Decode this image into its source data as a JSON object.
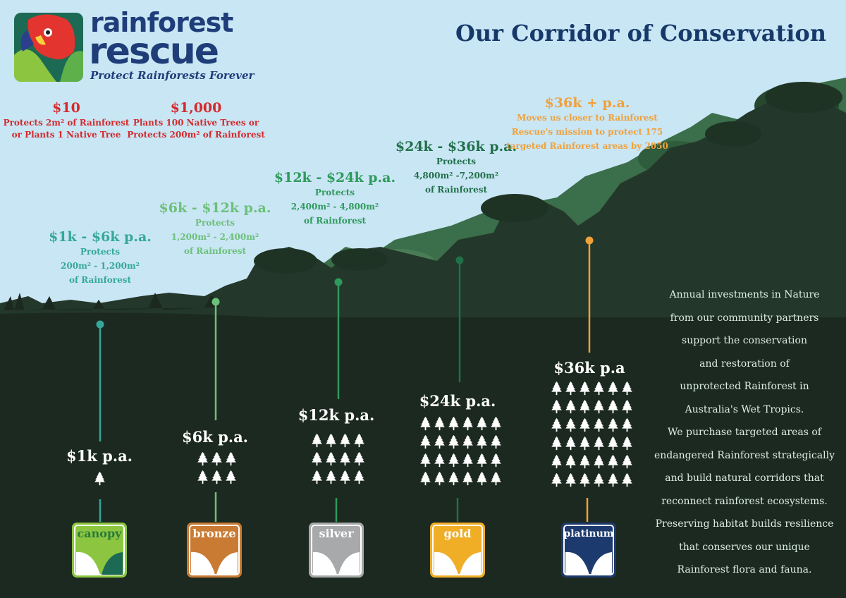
{
  "brand": {
    "line1": "rainforest",
    "line2": "rescue",
    "tagline": "Protect Rainforests Forever"
  },
  "title": "Our Corridor of Conservation",
  "donations": [
    {
      "amount": "$10",
      "desc": [
        "Protects 2m² of Rainforest",
        "or Plants 1 Native Tree"
      ]
    },
    {
      "amount": "$1,000",
      "desc": [
        "Plants 100 Native Trees or",
        "Protects 200m² of Rainforest"
      ]
    }
  ],
  "tiers": [
    {
      "id": "canopy",
      "range": "$1k - $6k p.a.",
      "desc": [
        "Protects",
        "200m² - 1,200m²",
        "of Rainforest"
      ],
      "level": "$1k p.a.",
      "trees": 1,
      "badge": "canopy",
      "color": "#34a79a"
    },
    {
      "id": "bronze",
      "range": "$6k - $12k p.a.",
      "desc": [
        "Protects",
        "1,200m² - 2,400m²",
        "of Rainforest"
      ],
      "level": "$6k p.a.",
      "trees": 6,
      "badge": "bronze",
      "color": "#6cc078"
    },
    {
      "id": "silver",
      "range": "$12k - $24k p.a.",
      "desc": [
        "Protects",
        "2,400m² - 4,800m²",
        "of Rainforest"
      ],
      "level": "$12k p.a.",
      "trees": 12,
      "badge": "silver",
      "color": "#2e9a5b"
    },
    {
      "id": "gold",
      "range": "$24k - $36k p.a.",
      "desc": [
        "Protects",
        "4,800m² -7,200m²",
        "of Rainforest"
      ],
      "level": "$24k p.a.",
      "trees": 24,
      "badge": "gold",
      "color": "#21704a"
    },
    {
      "id": "platinum",
      "range": "$36k + p.a.",
      "desc": [
        "Moves us closer to Rainforest",
        "Rescue's mission to protect 175",
        "targeted Rainforest areas by 2050"
      ],
      "level": "$36k p.a",
      "trees": 36,
      "badge": "platinum",
      "color": "#f0a13a"
    }
  ],
  "side_text": [
    "Annual investments in Nature",
    "from our community partners",
    "support the conservation",
    "and restoration of",
    "unprotected Rainforest in",
    "Australia's Wet Tropics.",
    "We purchase targeted areas of",
    "endangered Rainforest strategically",
    "and build natural corridors that",
    "reconnect rainforest ecosystems.",
    "Preserving habitat builds resilience",
    "that conserves our unique",
    "Rainforest flora and fauna."
  ],
  "colors": {
    "sky": "#c9e6f5",
    "ground": "#1c2920",
    "canopy_badge": "#8cc640",
    "bronze_badge": "#c97b34",
    "silver_badge": "#a7a9ab",
    "gold_badge": "#f0ae27",
    "platinum_badge": "#1d3a6e"
  }
}
